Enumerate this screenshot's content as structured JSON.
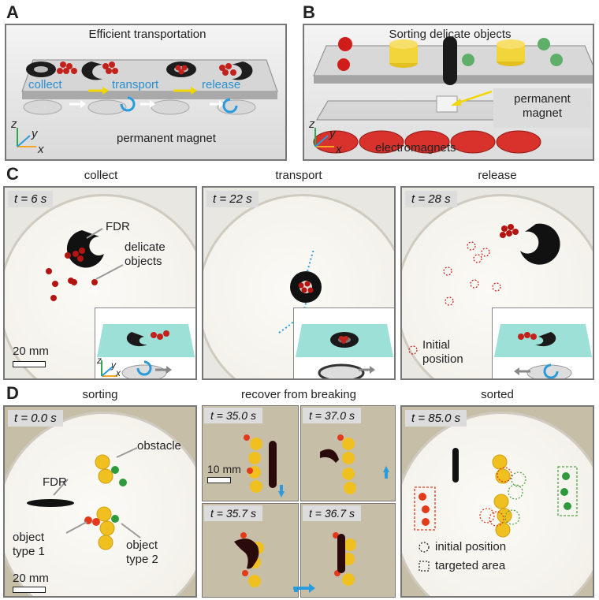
{
  "panelA": {
    "letter": "A",
    "title": "Efficient transportation",
    "step_collect": "collect",
    "step_transport": "transport",
    "step_release": "release",
    "axis_z": "z",
    "axis_y": "y",
    "axis_x": "x",
    "magnet_label": "permanent magnet"
  },
  "panelB": {
    "letter": "B",
    "title": "Sorting delicate objects",
    "magnet_label_line1": "permanent",
    "magnet_label_line2": "magnet",
    "electro_label": "electromagnets",
    "axis_z": "z",
    "axis_y": "y",
    "axis_x": "x"
  },
  "panelC": {
    "letter": "C",
    "frames": [
      {
        "caption": "collect",
        "time": "t = 6 s"
      },
      {
        "caption": "transport",
        "time": "t = 22 s"
      },
      {
        "caption": "release",
        "time": "t = 28 s"
      }
    ],
    "fdr_label": "FDR",
    "objects_label_line1": "delicate",
    "objects_label_line2": "objects",
    "scale": "20 mm",
    "initial_line1": "Initial",
    "initial_line2": "position",
    "axis_z": "z",
    "axis_y": "y",
    "axis_x": "x"
  },
  "panelD": {
    "letter": "D",
    "caption_sorting": "sorting",
    "caption_recover": "recover from breaking",
    "caption_sorted": "sorted",
    "time_sorting": "t = 0.0 s",
    "time_a": "t = 35.0 s",
    "time_b": "t = 37.0 s",
    "time_c": "t = 35.7 s",
    "time_d": "t = 36.7 s",
    "time_sorted": "t = 85.0 s",
    "fdr_label": "FDR",
    "obstacle_label": "obstacle",
    "type1_line1": "object",
    "type1_line2": "type 1",
    "type2_line1": "object",
    "type2_line2": "type 2",
    "scale_20": "20 mm",
    "scale_10": "10 mm",
    "legend_initial": "initial position",
    "legend_target": "targeted area"
  }
}
